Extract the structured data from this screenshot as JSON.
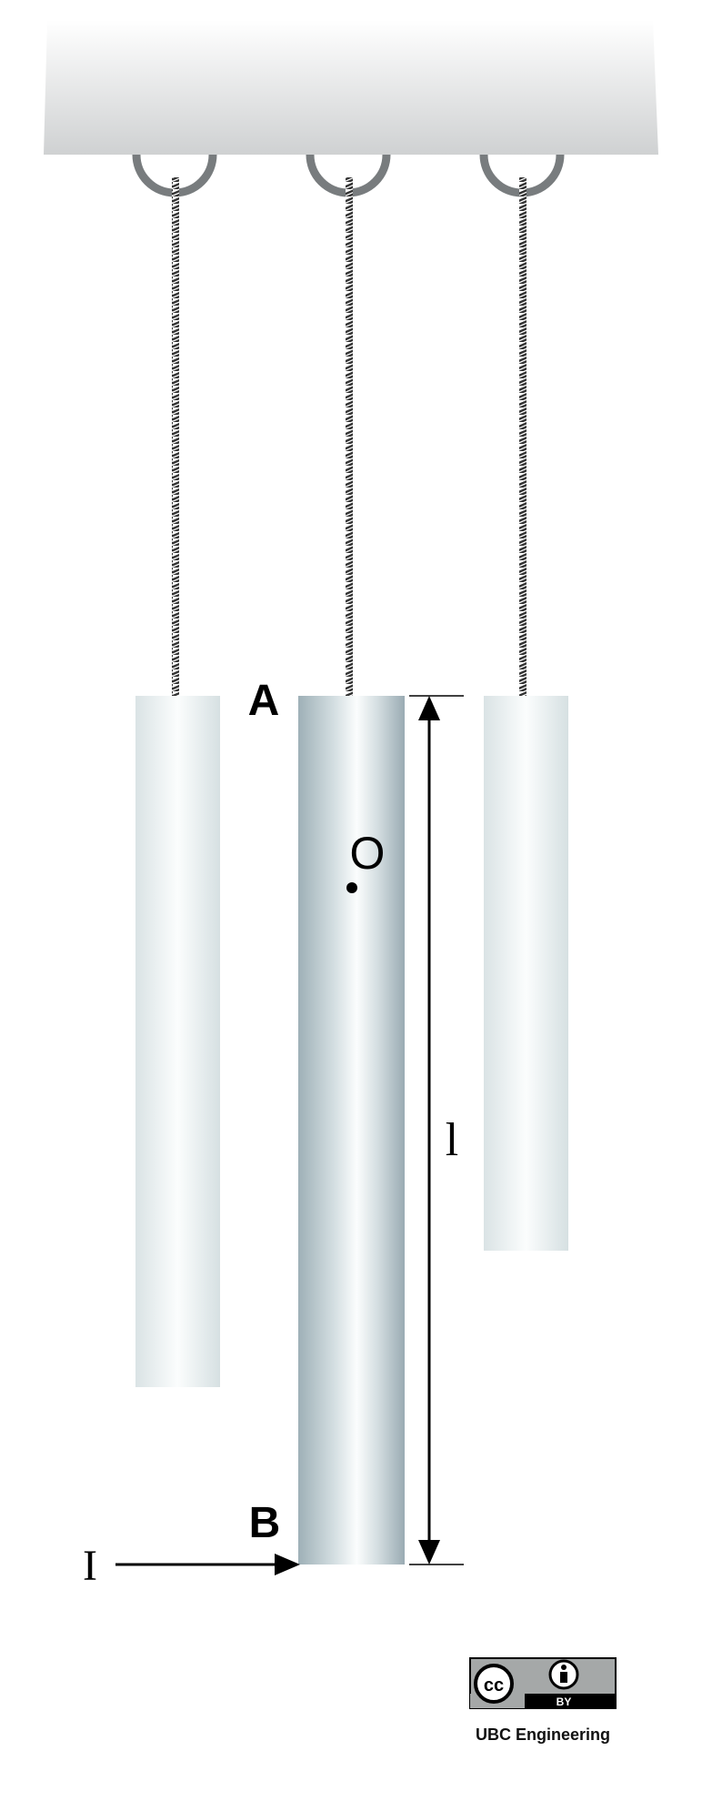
{
  "diagram": {
    "labels": {
      "top_end": "A",
      "bottom_end": "B",
      "center": "O",
      "length": "l",
      "impulse": "I"
    }
  },
  "license": {
    "badge_cc": "cc",
    "badge_by": "BY",
    "credit": "UBC Engineering"
  },
  "colors": {
    "ceiling": "#d4d6d7",
    "hook": "#787c7e",
    "rod_main_edge": "#9aabb3",
    "rod_side_edge": "#dbe4e6",
    "arrow": "#000000"
  }
}
